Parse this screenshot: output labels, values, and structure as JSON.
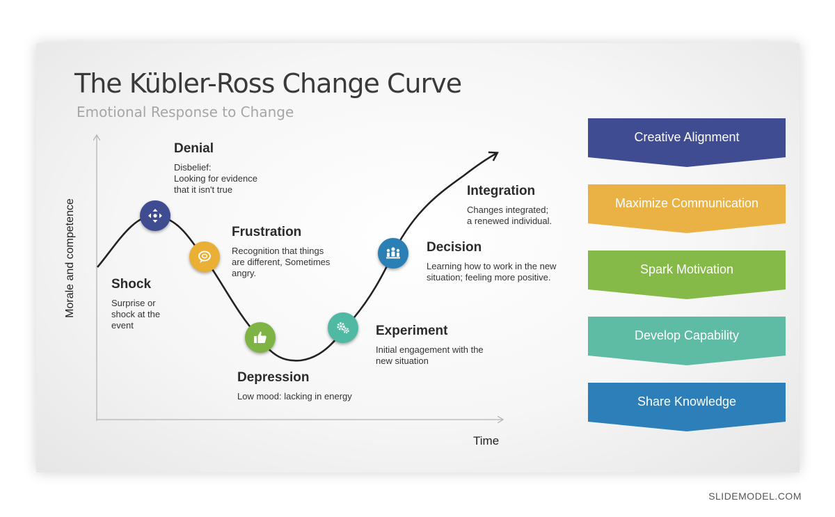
{
  "slide": {
    "title": "The Kübler-Ross Change Curve",
    "subtitle": "Emotional Response to Change"
  },
  "axes": {
    "y_label": "Morale and competence",
    "x_label": "Time"
  },
  "stages": [
    {
      "id": "shock",
      "title": "Shock",
      "desc": "Surprise or\nshock at the\nevent"
    },
    {
      "id": "denial",
      "title": "Denial",
      "desc": "Disbelief:\nLooking for evidence\nthat it isn't true"
    },
    {
      "id": "frustration",
      "title": "Frustration",
      "desc": "Recognition that things\nare different, Sometimes\nangry."
    },
    {
      "id": "depression",
      "title": "Depression",
      "desc": "Low mood: lacking in energy"
    },
    {
      "id": "experiment",
      "title": "Experiment",
      "desc": "Initial engagement with the\nnew situation"
    },
    {
      "id": "decision",
      "title": "Decision",
      "desc": "Learning how to work in the new\nsituation; feeling more positive."
    },
    {
      "id": "integration",
      "title": "Integration",
      "desc": "Changes integrated;\na renewed individual."
    }
  ],
  "icons": [
    {
      "name": "move-arrows-icon",
      "color": "#3f4c91"
    },
    {
      "name": "chat-bubbles-icon",
      "color": "#eab035"
    },
    {
      "name": "thumbs-up-icon",
      "color": "#7db443"
    },
    {
      "name": "gears-icon",
      "color": "#4fb9a4"
    },
    {
      "name": "team-icon",
      "color": "#2a7fb5"
    }
  ],
  "actions": [
    {
      "label": "Creative Alignment",
      "color": "#3f4c91"
    },
    {
      "label": "Maximize Communication",
      "color": "#eab245"
    },
    {
      "label": "Spark Motivation",
      "color": "#86ba48"
    },
    {
      "label": "Develop Capability",
      "color": "#5ebba4"
    },
    {
      "label": "Share Knowledge",
      "color": "#2c7fb8"
    }
  ],
  "footer": "SLIDEMODEL.COM"
}
